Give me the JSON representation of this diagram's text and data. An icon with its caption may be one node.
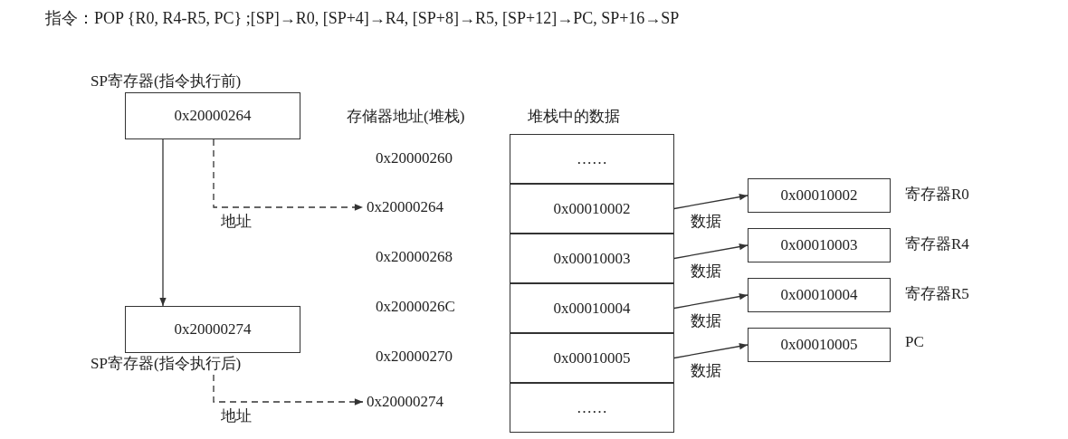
{
  "diagram": {
    "title": "指令：POP {R0, R4-R5, PC} ;[SP]→R0, [SP+4]→R4, [SP+8]→R5, [SP+12]→PC, SP+16→SP",
    "nodes": [
      {
        "text": [
          "SP寄存器(指令执行前)",
          "0x20000264"
        ]
      },
      {
        "text": [
          "0x20000274",
          "SP寄存器(指令执行后)"
        ]
      },
      {
        "text": [
          "0x20000264"
        ]
      },
      {
        "text": [
          "0x20000274"
        ]
      },
      {
        "text": [
          "……"
        ]
      },
      {
        "text": [
          "0x00010002"
        ]
      },
      {
        "text": [
          "0x00010003"
        ]
      },
      {
        "text": [
          "0x00010004"
        ]
      },
      {
        "text": [
          "0x00010005"
        ]
      },
      {
        "text": [
          "……"
        ]
      },
      {
        "text": [
          "0x00010002"
        ],
        "beside": [
          "寄存器R0"
        ]
      },
      {
        "text": [
          "0x00010003"
        ],
        "beside": [
          "寄存器R4"
        ]
      },
      {
        "text": [
          "0x00010004"
        ],
        "beside": [
          "寄存器R5"
        ]
      },
      {
        "text": [
          "0x00010005"
        ],
        "beside": [
          "PC"
        ]
      }
    ],
    "edges": [
      {
        "from": 0,
        "to": 1,
        "arrow": "to"
      },
      {
        "from": 0,
        "to": 2,
        "arrow": "to",
        "style": "dashed",
        "label": "地址"
      },
      {
        "from": 1,
        "to": 3,
        "arrow": "to",
        "style": "dashed",
        "label": "地址"
      },
      {
        "from": 5,
        "to": 10,
        "arrow": "to",
        "label": "数据"
      },
      {
        "from": 6,
        "to": 11,
        "arrow": "to",
        "label": "数据"
      },
      {
        "from": 7,
        "to": 12,
        "arrow": "to",
        "label": "数据"
      },
      {
        "from": 8,
        "to": 13,
        "arrow": "to",
        "label": "数据"
      }
    ],
    "labels": [
      "存储器地址(堆栈)",
      "堆栈中的数据",
      "0x20000260",
      "0x20000268",
      "0x2000026C",
      "0x20000270"
    ]
  }
}
